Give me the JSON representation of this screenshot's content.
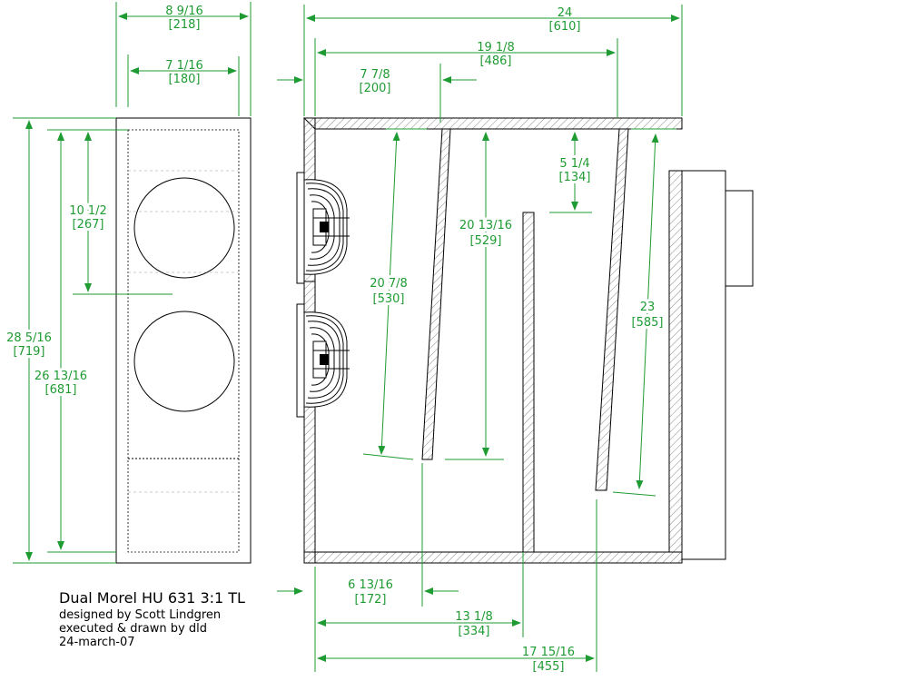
{
  "title": {
    "main": "Dual Morel HU 631 3:1 TL",
    "line1": "designed by Scott Lindgren",
    "line2": "executed & drawn by dld",
    "line3": "24-march-07"
  },
  "dims": {
    "front_outer_width": {
      "frac": "8 9/16",
      "mm": "[218]"
    },
    "front_inner_width": {
      "frac": "7 1/16",
      "mm": "[180]"
    },
    "total_height": {
      "frac": "28 5/16",
      "mm": "[719]"
    },
    "inner_height": {
      "frac": "26 13/16",
      "mm": "[681]"
    },
    "driver_spacing": {
      "frac": "10 1/2",
      "mm": "[267]"
    },
    "total_depth": {
      "frac": "24",
      "mm": "[610]"
    },
    "inner_depth": {
      "frac": "19 1/8",
      "mm": "[486]"
    },
    "first_panel_offset": {
      "frac": "7 7/8",
      "mm": "[200]"
    },
    "first_panel_length": {
      "frac": "20 7/8",
      "mm": "[530]"
    },
    "center_panel_length": {
      "frac": "20 13/16",
      "mm": "[529]"
    },
    "top_gap": {
      "frac": "5 1/4",
      "mm": "[134]"
    },
    "rear_panel_length": {
      "frac": "23",
      "mm": "[585]"
    },
    "bottom_offset_1": {
      "frac": "6 13/16",
      "mm": "[172]"
    },
    "bottom_offset_2": {
      "frac": "13 1/8",
      "mm": "[334]"
    },
    "bottom_offset_3": {
      "frac": "17 15/16",
      "mm": "[455]"
    }
  },
  "colors": {
    "dimension": "#1e9b32",
    "outline": "#000000"
  }
}
